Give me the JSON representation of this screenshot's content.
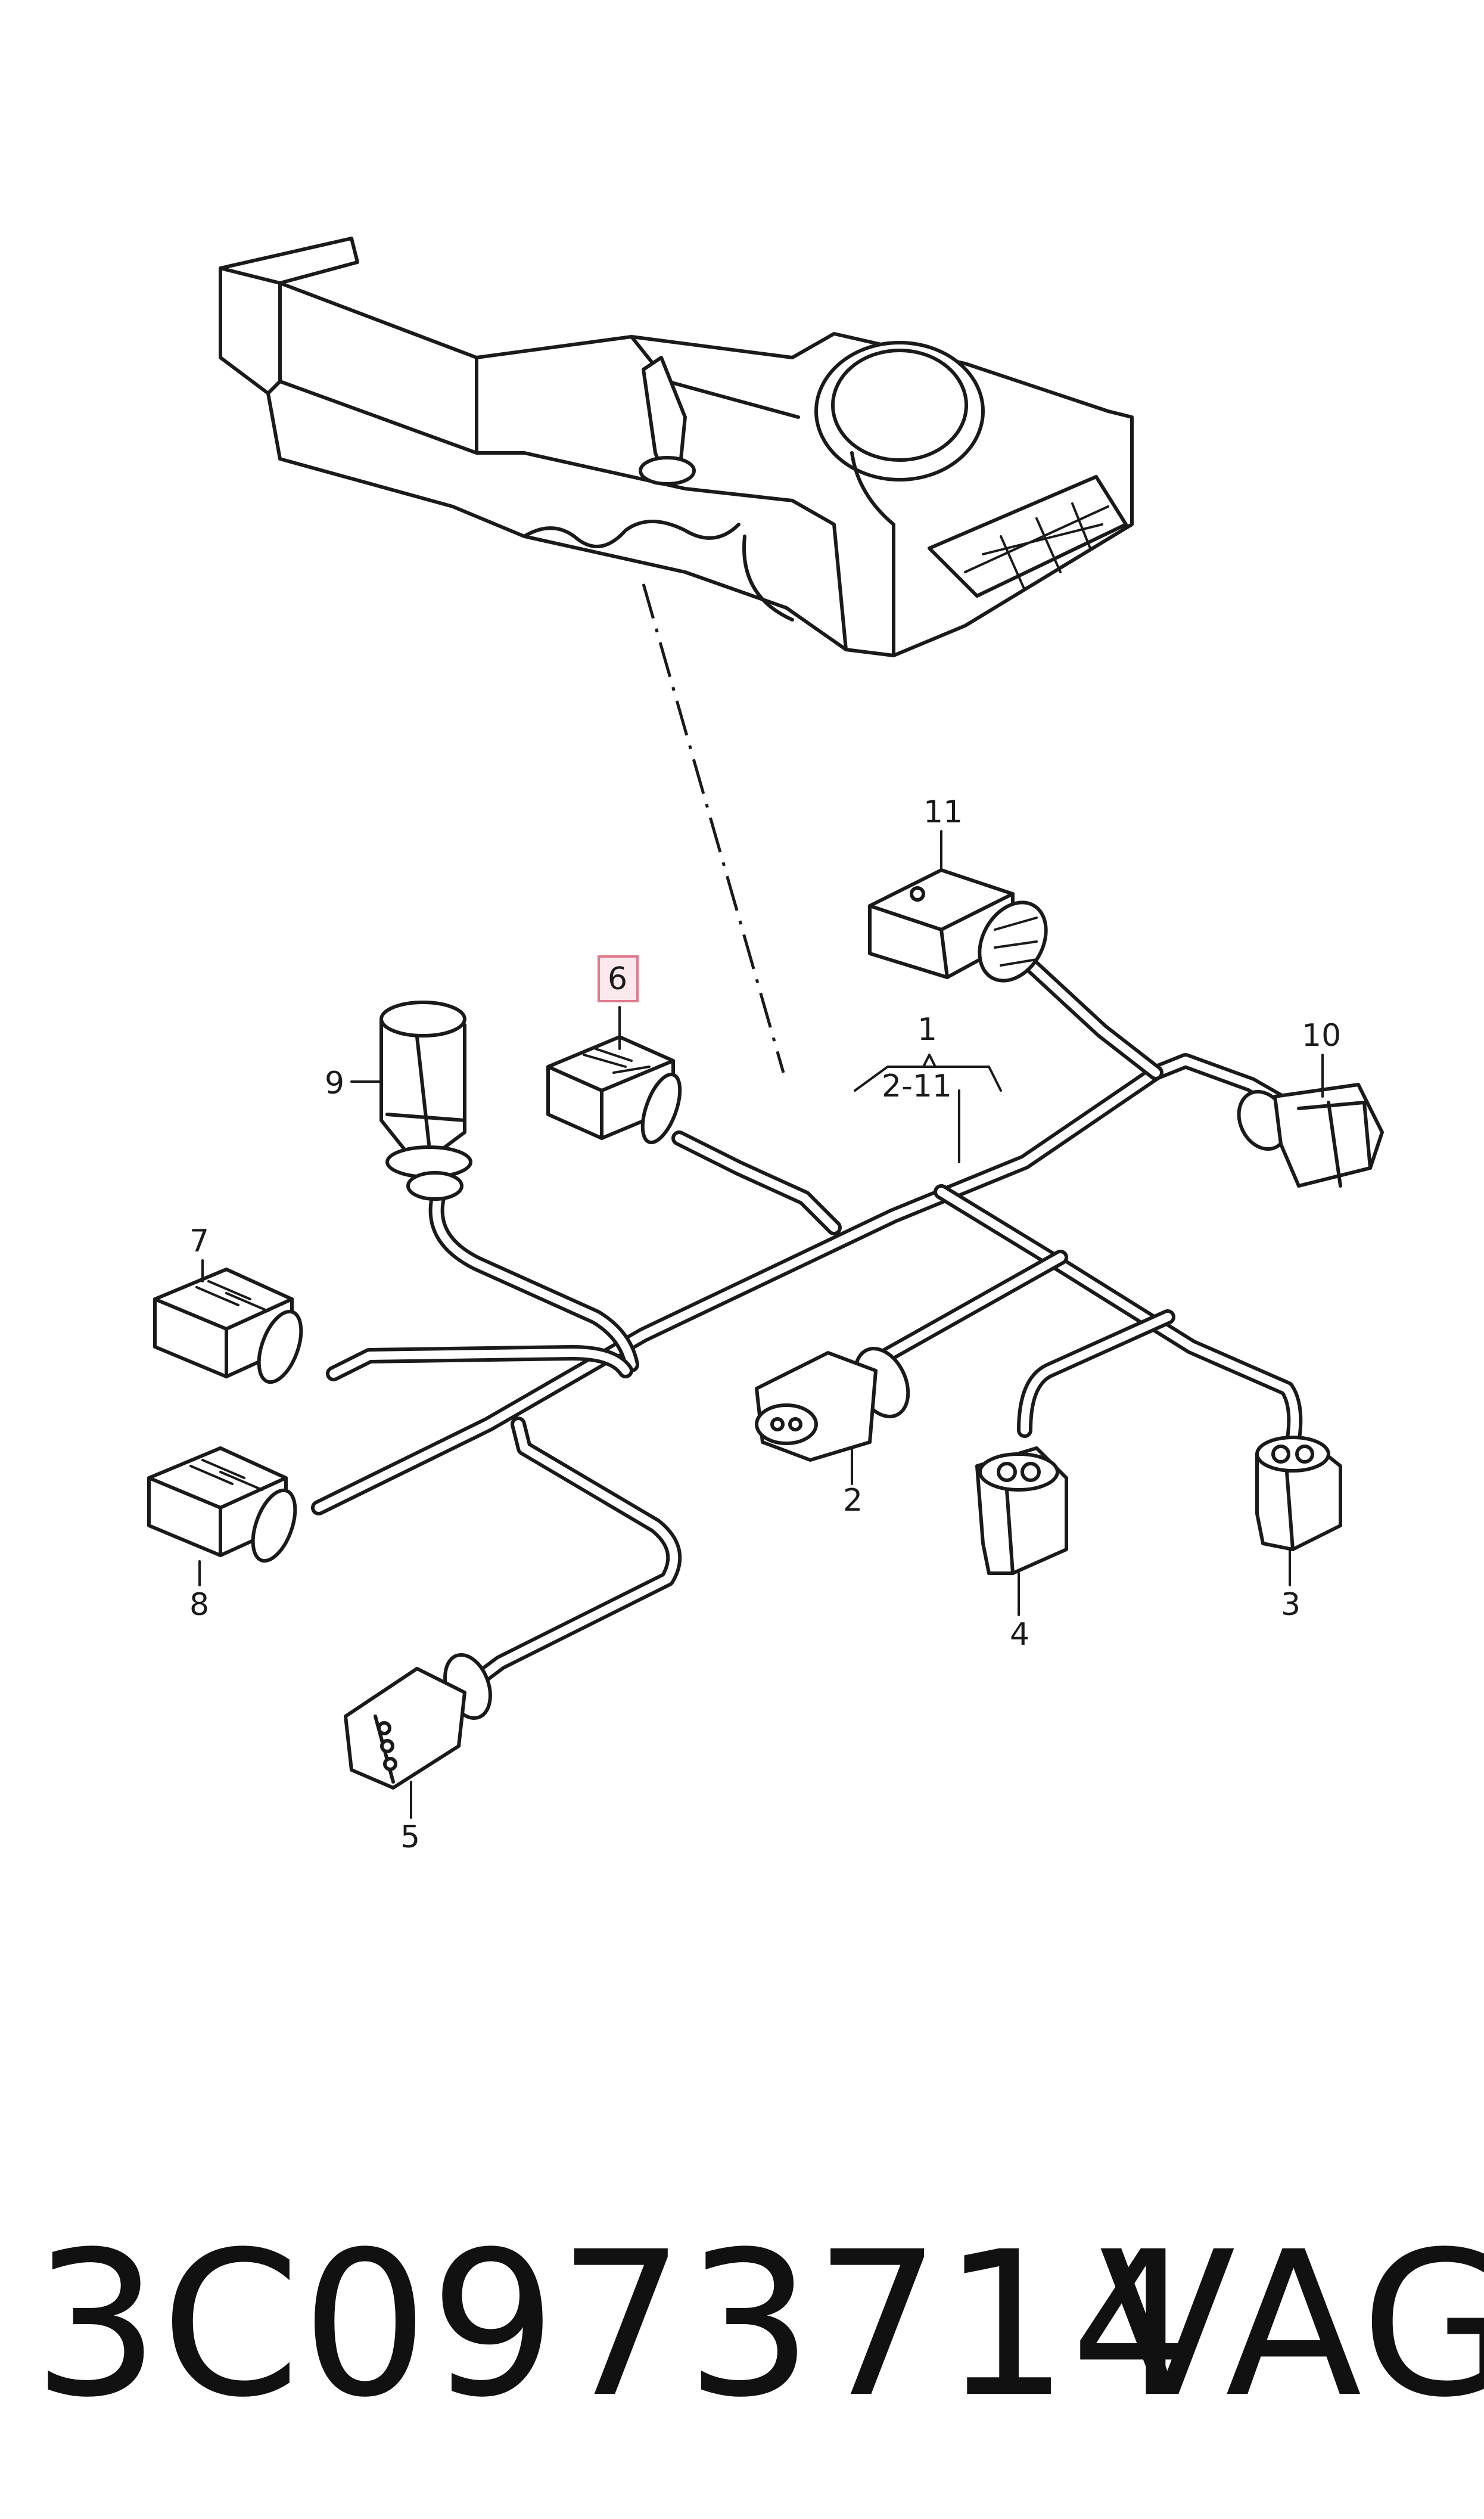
{
  "callouts": {
    "c1": "1",
    "c1_range": "2-11",
    "c2": "2",
    "c3": "3",
    "c4": "4",
    "c5": "5",
    "c6": "6",
    "c7": "7",
    "c8": "8",
    "c9": "9",
    "c10": "10",
    "c11": "11"
  },
  "footer": {
    "part_number": "3C0973714",
    "brand": "VAG"
  },
  "colors": {
    "line": "#1a1a1a",
    "highlight_fill": "#fbe8ec",
    "highlight_stroke": "#e07a8c"
  }
}
